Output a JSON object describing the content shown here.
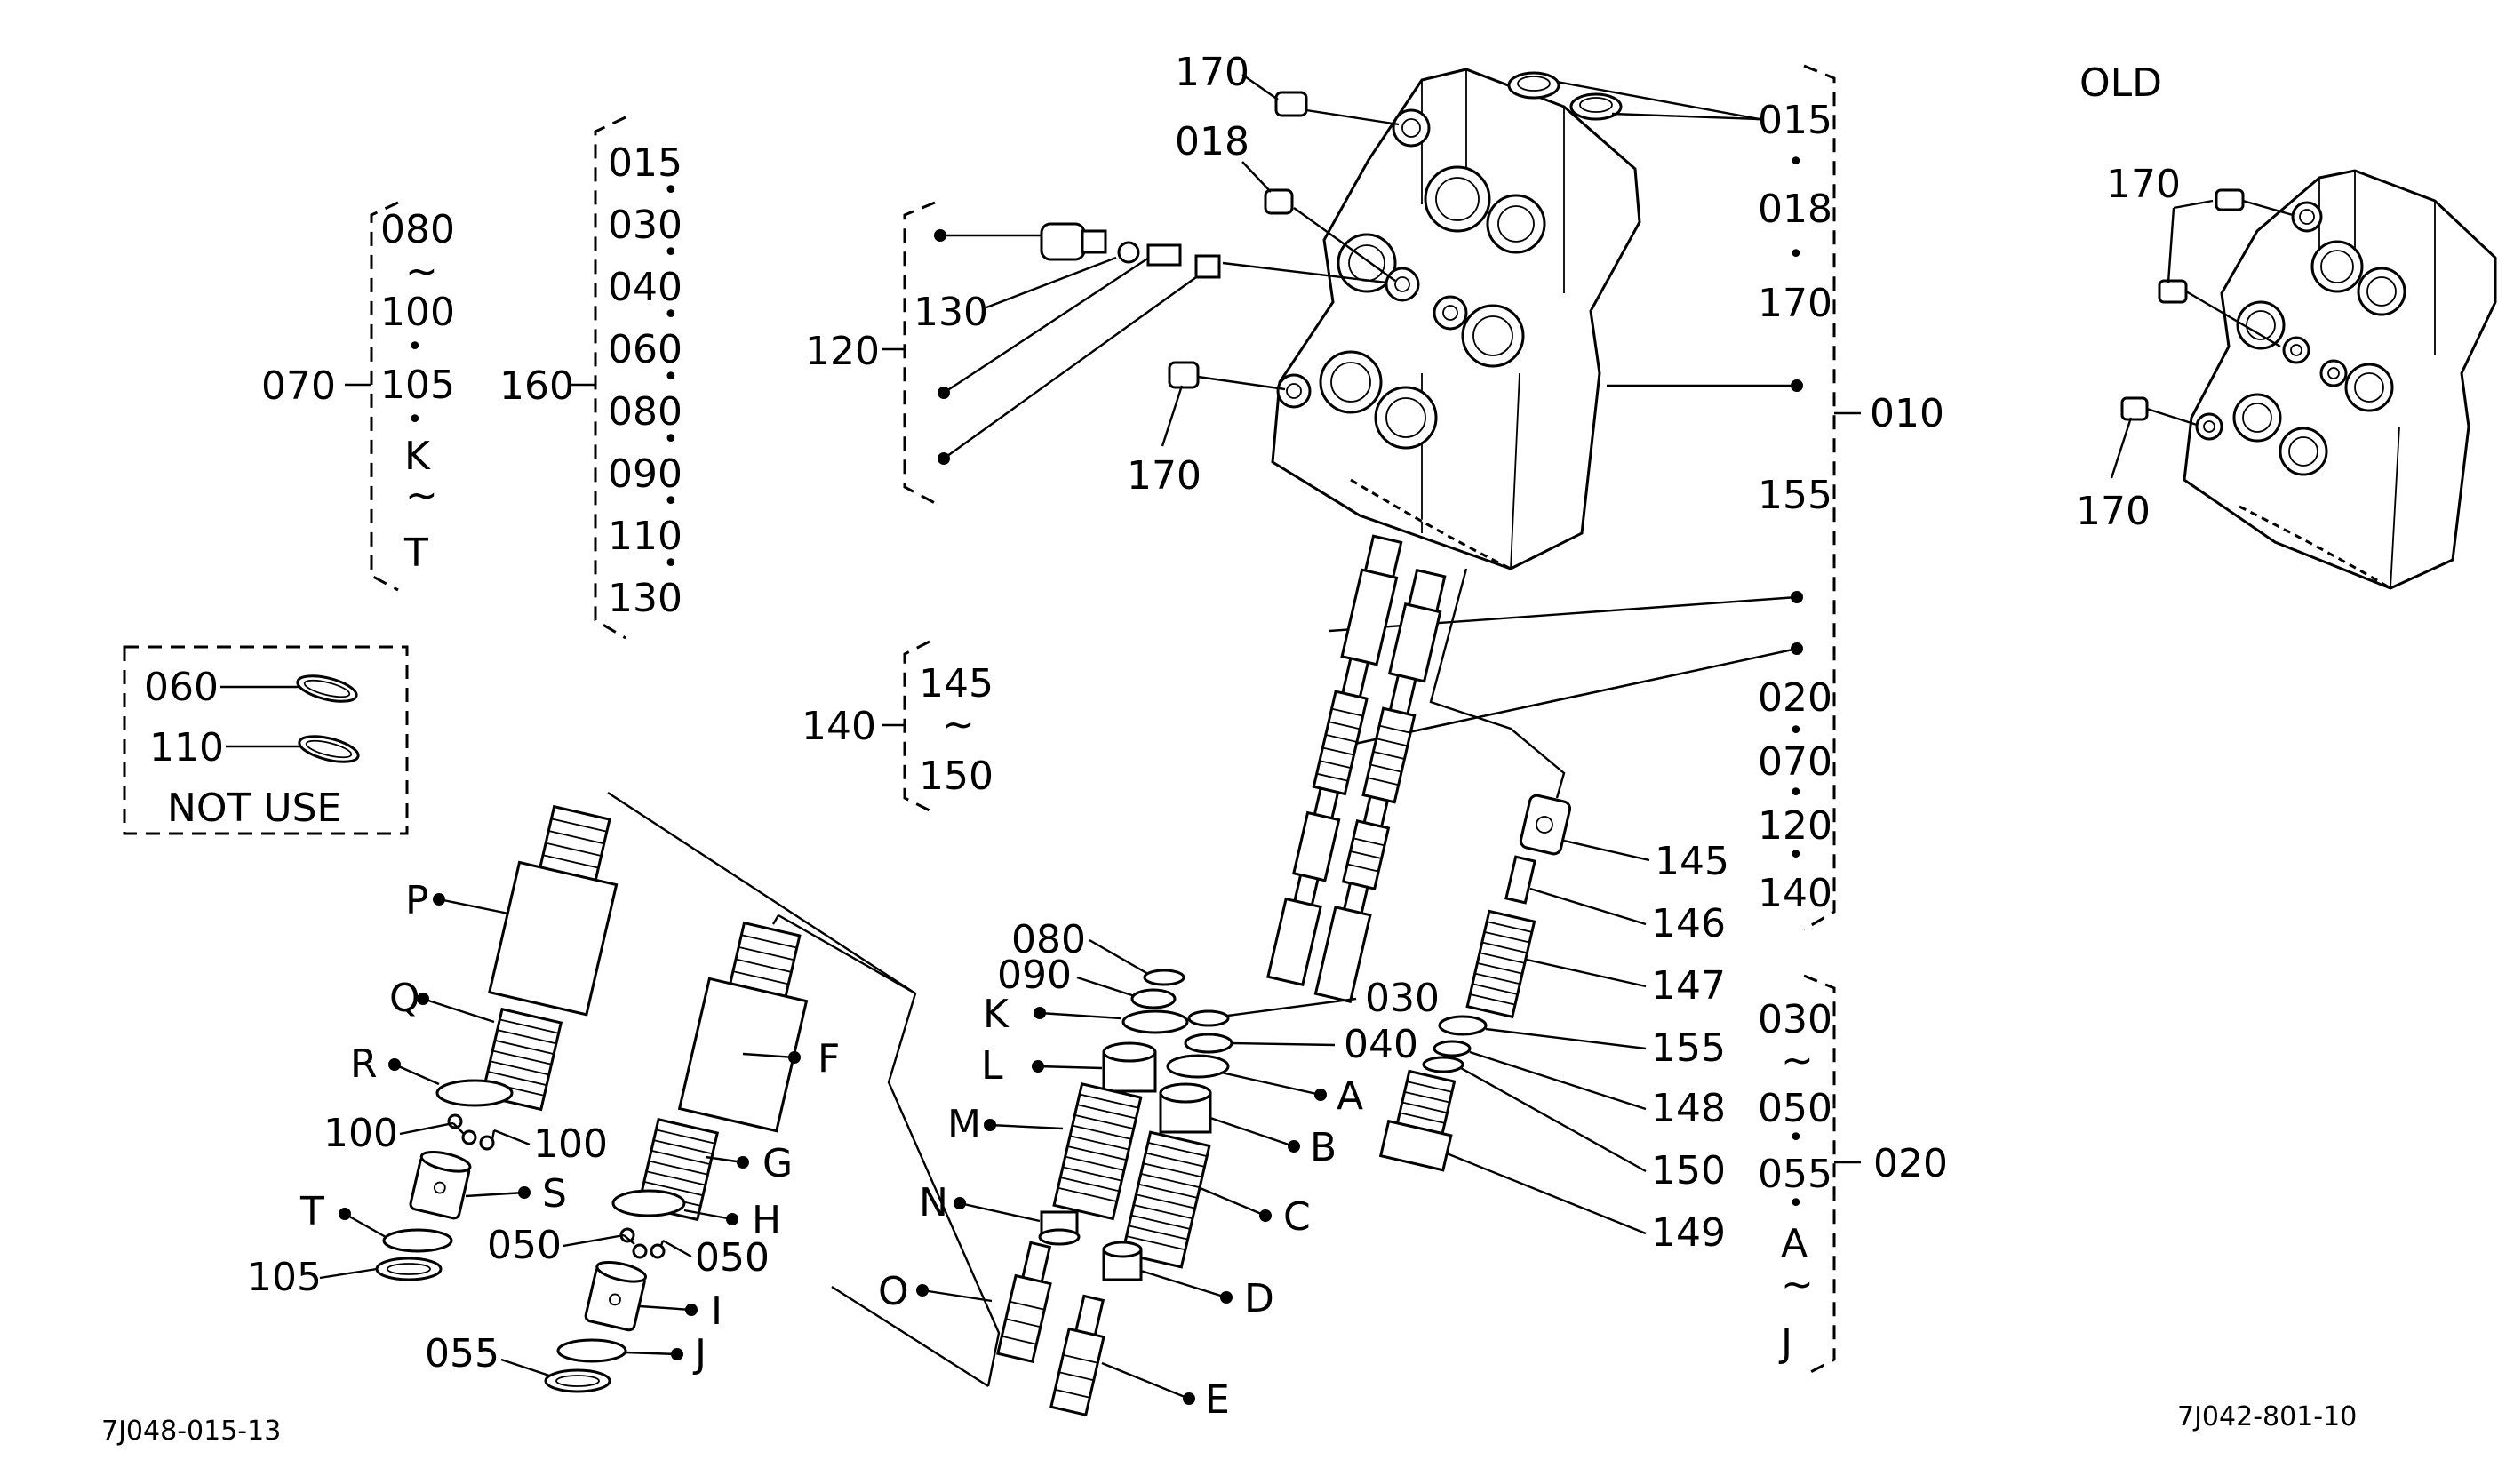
{
  "labels": {
    "p015": "015",
    "p018": "018",
    "p170": "170",
    "p010": "010",
    "p155": "155",
    "p020": "020",
    "p070": "070",
    "p120": "120",
    "p140": "140",
    "p030": "030",
    "p040": "040",
    "p050": "050",
    "p055": "055",
    "p060": "060",
    "p080": "080",
    "p090": "090",
    "p100": "100",
    "p105": "105",
    "p110": "110",
    "p130": "130",
    "p145": "145",
    "p146": "146",
    "p147": "147",
    "p148": "148",
    "p149": "149",
    "p150": "150",
    "p160": "160",
    "A": "A",
    "B": "B",
    "C": "C",
    "D": "D",
    "E": "E",
    "F": "F",
    "G": "G",
    "H": "H",
    "I": "I",
    "J": "J",
    "K": "K",
    "L": "L",
    "M": "M",
    "N": "N",
    "O": "O",
    "P": "P",
    "Q": "Q",
    "R": "R",
    "S": "S",
    "T": "T",
    "tilde": "~",
    "bullet": "•"
  },
  "not_use_text": "NOT USE",
  "old_text": "OLD",
  "code_left": "7J048-015-13",
  "code_right": "7J042-801-10"
}
